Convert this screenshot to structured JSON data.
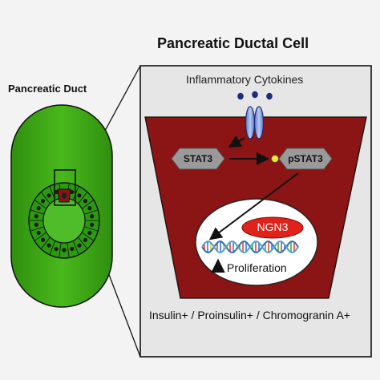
{
  "title": "Pancreatic Ductal Cell",
  "duct_label": "Pancreatic Duct",
  "cytokines_label": "Inflammatory Cytokines",
  "stat3_label": "STAT3",
  "pstat3_label": "pSTAT3",
  "ngn3_label": "NGN3",
  "proliferation_label": "Proliferation",
  "markers_label": "Insulin+ / Proinsulin+ / Chromogranin A+",
  "colors": {
    "duct_green": "#3aa512",
    "cell_red": "#8b1414",
    "receptor_blue": "#7c97d8",
    "cytokine_navy": "#1c2b7a",
    "ngn3_red": "#e0221a",
    "pstat3_dot": "#e4f02a",
    "panel_gray": "#e6e6e6"
  }
}
